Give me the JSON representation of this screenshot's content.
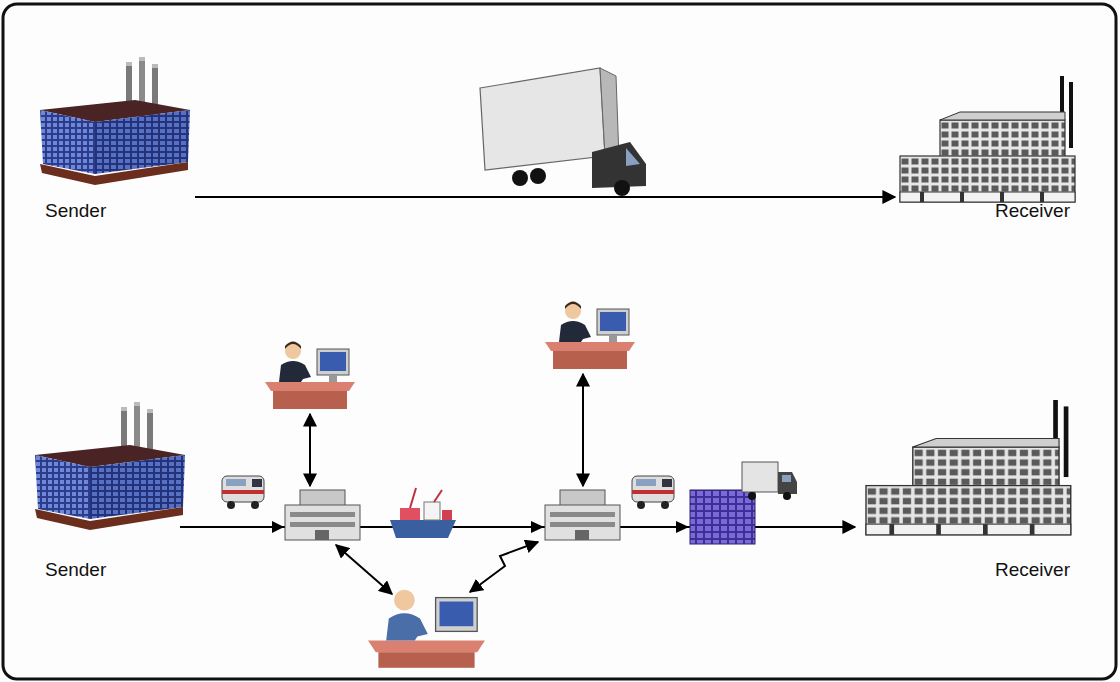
{
  "diagram": {
    "nodes": [
      {
        "text": [
          "Sender"
        ]
      },
      {
        "text": [
          "Receiver"
        ]
      },
      {
        "text": [
          "Sender"
        ]
      },
      {
        "text": [
          "Receiver"
        ]
      }
    ],
    "edges": [
      {
        "from": 0,
        "to": 1,
        "arrow": "to"
      },
      {
        "from": 2,
        "to": 3,
        "arrow": "to"
      }
    ]
  }
}
